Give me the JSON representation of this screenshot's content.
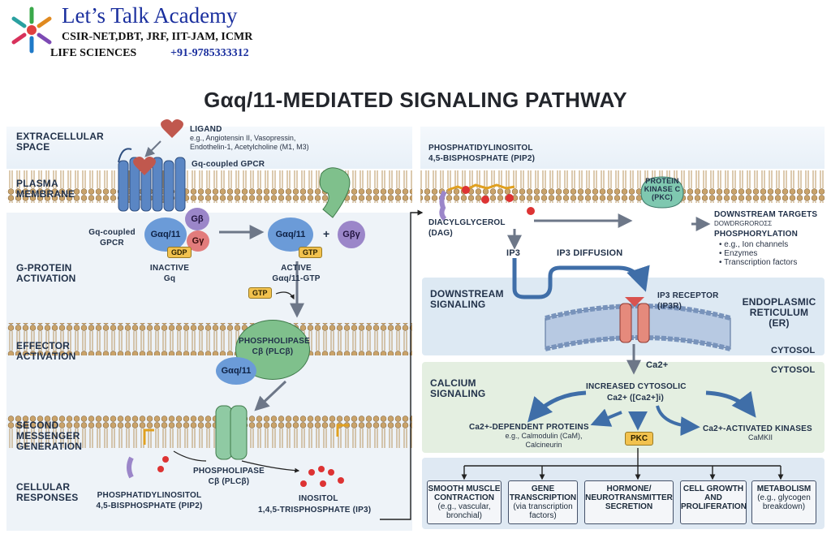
{
  "brand": {
    "name": "Let’s Talk Academy",
    "line1": "CSIR-NET,DBT, JRF, IIT-JAM, ICMR",
    "line2": "LIFE SCIENCES",
    "phone": "+91-9785333312"
  },
  "title": "Gαq/11-MEDIATED SIGNALING PATHWAY",
  "left": {
    "sections": {
      "extracellular": "EXTRACELLULAR SPACE",
      "membrane": "PLASMA MEMBRANE",
      "gprotein": "G-PROTEIN ACTIVATION",
      "effector": "EFFECTOR ACTIVATION",
      "second": "SECOND MESSENGER GENERATION",
      "cellular": "CELLULAR RESPONSES"
    },
    "ligand_title": "LIGAND",
    "ligand_examples": "e.g., Angiotensin II, Vasopressin, Endothelin-1, Acetylcholine (M1, M3)",
    "gq_gpcr_top": "Gq-coupled GPCR",
    "gq_gpcr_side": "Gq-coupled GPCR",
    "g_alpha": "Gαq/11",
    "g_beta": "Gβ",
    "g_gamma": "Gγ",
    "gdp": "GDP",
    "inactive": "INACTIVE Gq",
    "g_alpha_active": "Gαq/11",
    "gtp": "GTP",
    "plus": "+",
    "g_betagamma": "Gβγ",
    "active": "ACTIVE Gαq/11-GTP",
    "gtp_tag": "GTP",
    "plc_title": "PHOSPHOLIPASE Cβ (PLCβ)",
    "g_alpha_plc": "Gαq/11",
    "plc_label2": "PHOSPHOLIPASE Cβ (PLCβ)",
    "pip2_label": "PHOSPHATIDYLINOSITOL 4,5-BISPHOSPHATE (PIP2)",
    "ip3_label1": "INOSITOL",
    "ip3_label2": "1,4,5-TRISPHOSPHATE (IP3)"
  },
  "right": {
    "pip2_label": "PHOSPHATIDYLINOSITOL 4,5-BISPHOSPHATE (PIP2)",
    "pkc": "PROTEIN KINASE C (PKC)",
    "dag": "DIACYLGLYCEROL (DAG)",
    "downstream_targets": "DOWNSTREAM TARGETS",
    "garbled": "DOWDRGROROΣΣ",
    "phosphorylation": "PHOSPHORYLATION",
    "targets": [
      "e.g., Ion channels",
      "Enzymes",
      "Transcription factors"
    ],
    "ip3": "IP3",
    "ip3_diffusion": "IP3 DIFFUSION",
    "downstream_signaling": "DOWNSTREAM SIGNALING",
    "ip3_receptor": "IP3 RECEPTOR (IP3R)",
    "er": "ENDOPLASMIC RETICULUM (ER)",
    "cytosol1": "CYTOSOL",
    "ca": "Ca2+",
    "cytosol2": "CYTOSOL",
    "calcium_signaling": "CALCIUM SIGNALING",
    "increased": "INCREASED CYTOSOLIC",
    "increased2": "Ca2+ ([Ca2+]i)",
    "ca_proteins": "Ca2+-DEPENDENT PROTEINS",
    "ca_proteins_eg": "e.g., Calmodulin (CaM), Calcineurin",
    "ca_kinases": "Ca2+-ACTIVATED KINASES",
    "ca_kinases_eg": "CaMKII",
    "pkc_tag": "PKC",
    "responses": [
      {
        "title": "SMOOTH MUSCLE CONTRACTION",
        "note": "(e.g., vascular, bronchial)"
      },
      {
        "title": "GENE TRANSCRIPTION",
        "note": "(via transcription factors)"
      },
      {
        "title": "HORMONE/ NEUROTRANSMITTER SECRETION",
        "note": ""
      },
      {
        "title": "CELL GROWTH AND PROLIFERATION",
        "note": ""
      },
      {
        "title": "METABOLISM",
        "note": "(e.g., glycogen breakdown)"
      }
    ]
  },
  "colors": {
    "membrane": "#d9b892",
    "bead": "#c9a36b",
    "receptor": "#5a86c4",
    "plc": "#7fc08c",
    "g_alpha": "#6b9bd8",
    "g_beta": "#9b86c9",
    "g_gamma": "#e27c7c",
    "gtp": "#f2c24e",
    "arrow": "#6d7788"
  }
}
